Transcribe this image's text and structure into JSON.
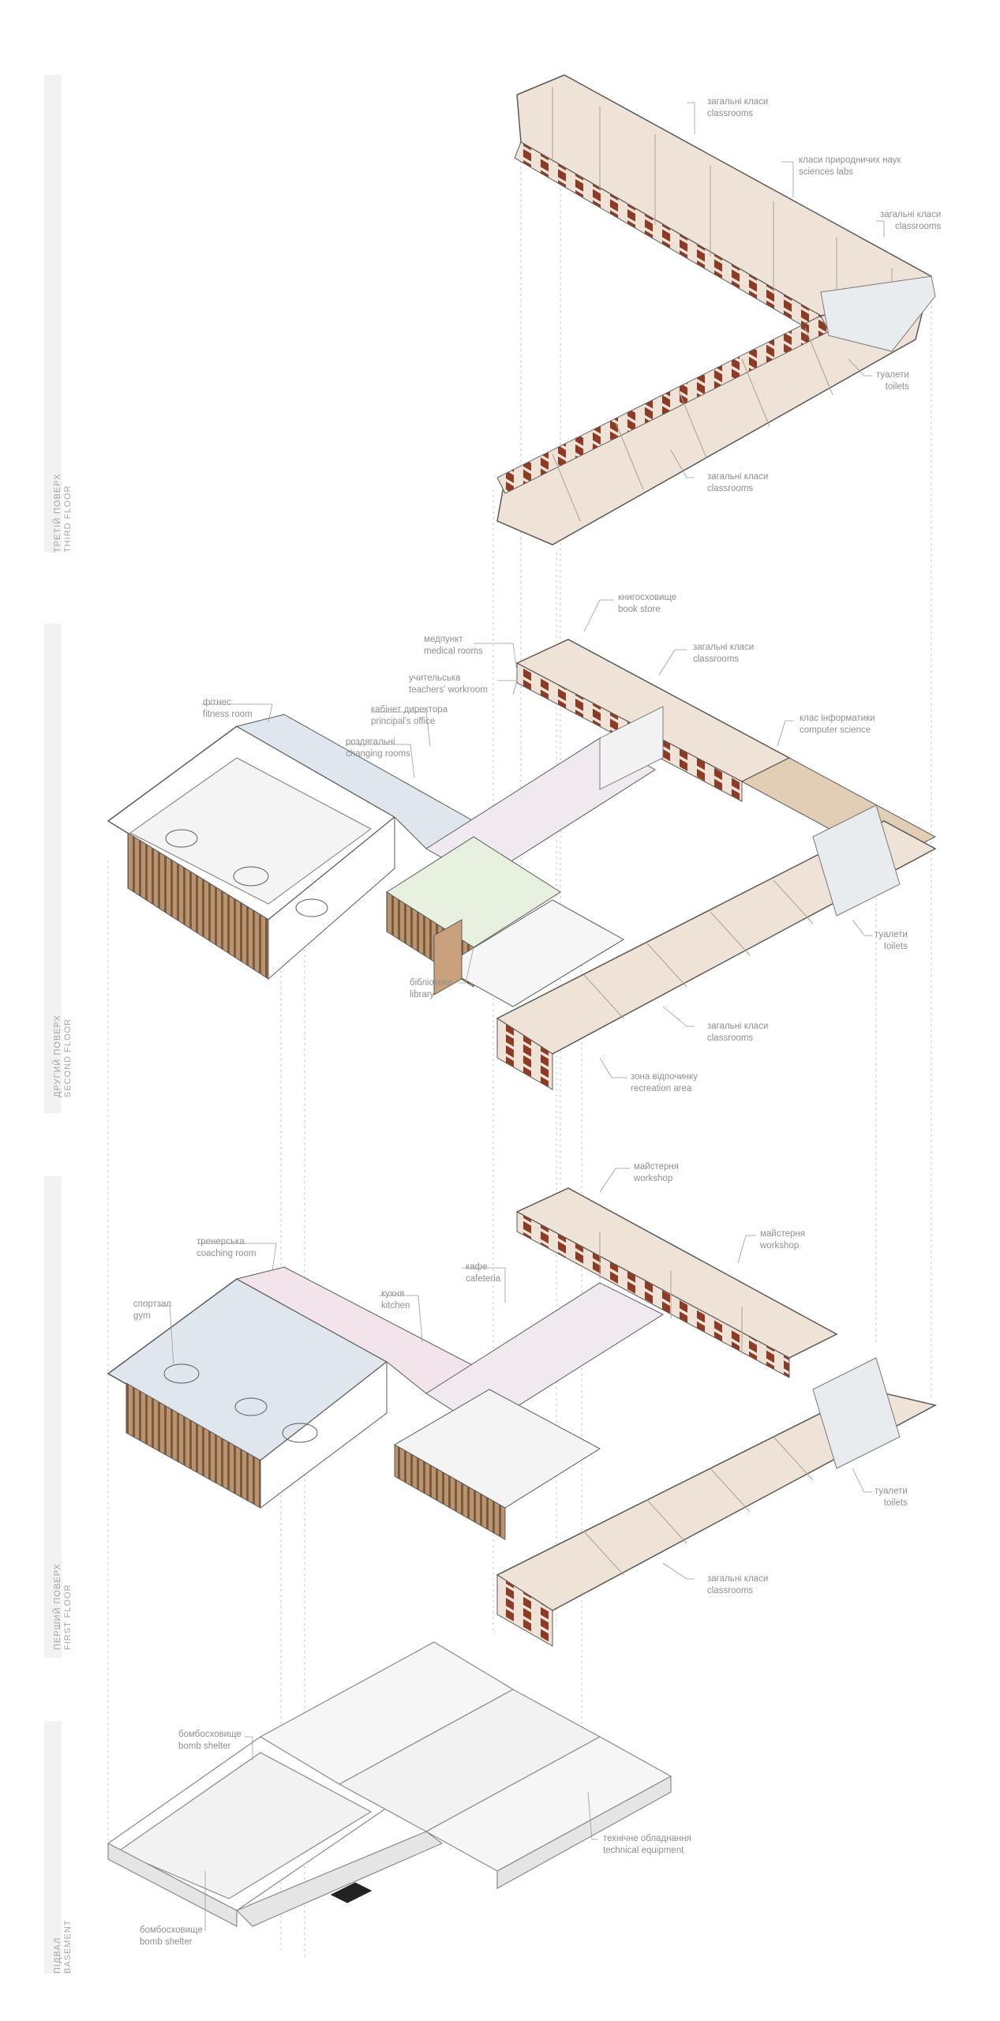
{
  "floors": {
    "third": {
      "uk": "ТРЕТІЙ ПОВЕРХ",
      "en": "THIRD FLOOR"
    },
    "second": {
      "uk": "ДРУГИЙ ПОВЕРХ",
      "en": "SECOND FLOOR"
    },
    "first": {
      "uk": "ПЕРШИЙ ПОВЕРХ",
      "en": "FIRST FLOOR"
    },
    "basement": {
      "uk": "ПІДВАЛ",
      "en": "BASEMENT"
    }
  },
  "labels": {
    "third_classrooms_1": {
      "uk": "загальні класи",
      "en": "classrooms"
    },
    "third_science_labs": {
      "uk": "класи природничих наук",
      "en": "sciences labs"
    },
    "third_classrooms_2": {
      "uk": "загальні класи",
      "en": "classrooms"
    },
    "third_toilets": {
      "uk": "туалети",
      "en": "toilets"
    },
    "third_classrooms_3": {
      "uk": "загальні класи",
      "en": "classrooms"
    },
    "second_book_store": {
      "uk": "книгосховище",
      "en": "book store"
    },
    "second_medical": {
      "uk": "медпункт",
      "en": "medical rooms"
    },
    "second_classrooms_1": {
      "uk": "загальні класи",
      "en": "classrooms"
    },
    "second_teachers": {
      "uk": "учительська",
      "en": "teachers' workroom"
    },
    "second_fitness": {
      "uk": "фітнес",
      "en": "fitness room"
    },
    "second_principal": {
      "uk": "кабінет директора",
      "en": "principal's office"
    },
    "second_computer": {
      "uk": "клас інформатики",
      "en": "computer science"
    },
    "second_changing": {
      "uk": "роздягальні",
      "en": "changing rooms"
    },
    "second_toilets": {
      "uk": "туалети",
      "en": "toilets"
    },
    "second_library": {
      "uk": "бібліотека",
      "en": "library"
    },
    "second_classrooms_2": {
      "uk": "загальні класи",
      "en": "classrooms"
    },
    "second_recreation": {
      "uk": "зона відпочинку",
      "en": "recreation area"
    },
    "first_workshop_1": {
      "uk": "майстерня",
      "en": "workshop"
    },
    "first_workshop_2": {
      "uk": "майстерня",
      "en": "workshop"
    },
    "first_coaching": {
      "uk": "тренерська",
      "en": "coaching room"
    },
    "first_cafeteria": {
      "uk": "кафе",
      "en": "cafeteria"
    },
    "first_gym": {
      "uk": "спортзал",
      "en": "gym"
    },
    "first_kitchen": {
      "uk": "кухня",
      "en": "kitchen"
    },
    "first_toilets": {
      "uk": "туалети",
      "en": "toilets"
    },
    "first_classrooms": {
      "uk": "загальні класи",
      "en": "classrooms"
    },
    "basement_shelter_1": {
      "uk": "бомбосховище",
      "en": "bomb shelter"
    },
    "basement_technical": {
      "uk": "технічне обладнання",
      "en": "technical equipment"
    },
    "basement_shelter_2": {
      "uk": "бомбосховище",
      "en": "bomb shelter"
    }
  },
  "colors": {
    "band": "#f2f2f2",
    "label_text": "#8f8f8f",
    "line": "#9a9a9a",
    "wall_dark": "#5b5b5b",
    "floor_beige": "#efe2d6",
    "wood": "#b99470",
    "brick": "#8e3b26",
    "gym_blue": "#dfe6ee",
    "kitchen_pink": "#f3e4ec",
    "library_green": "#e8f0e0"
  }
}
